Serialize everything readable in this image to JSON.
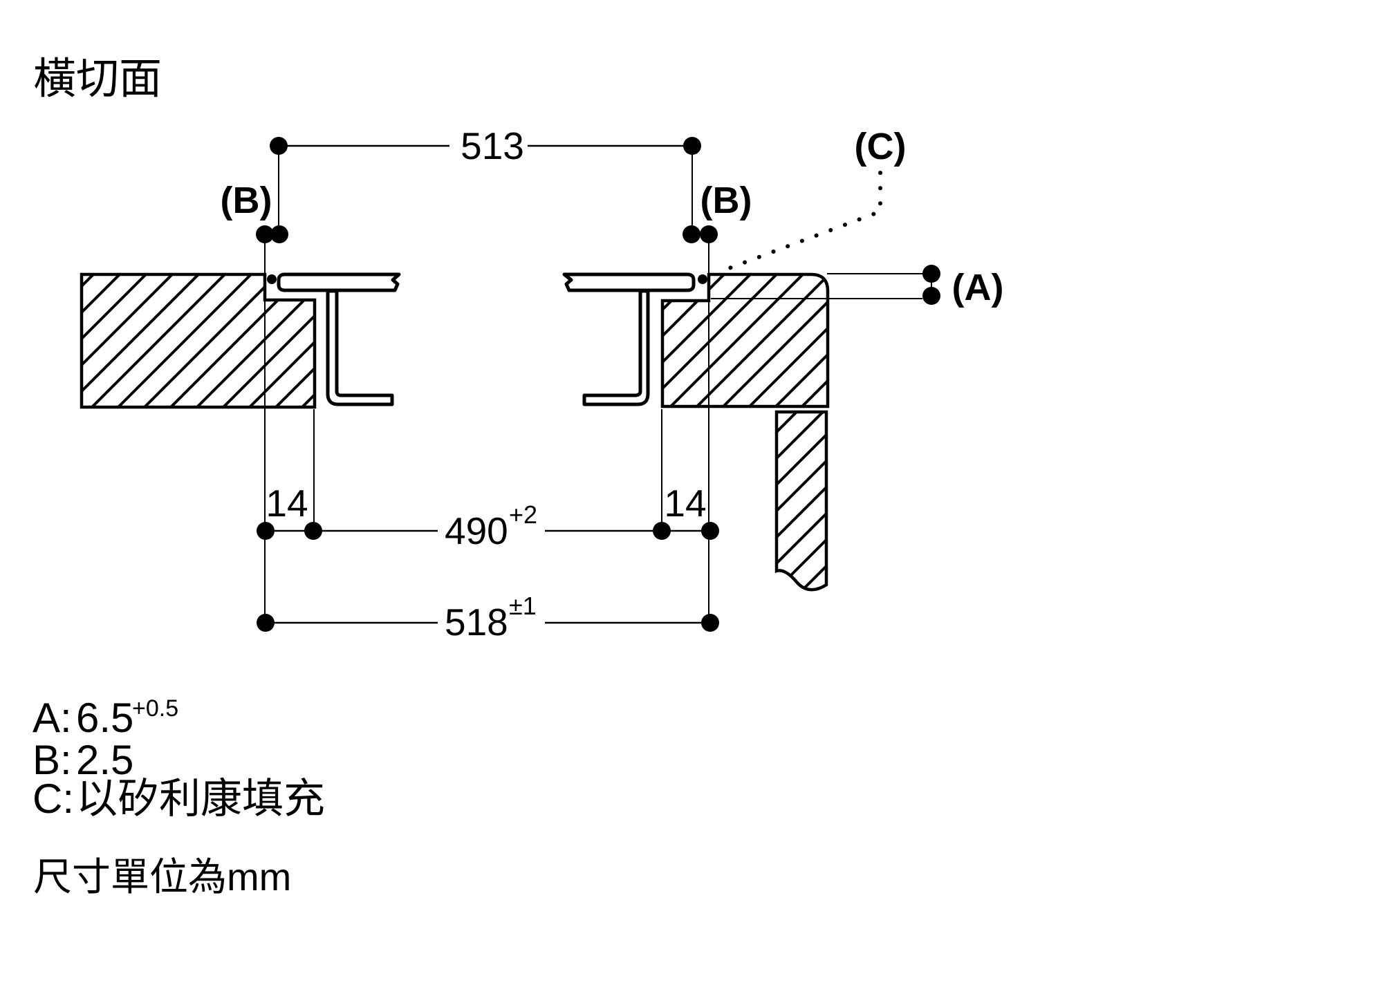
{
  "title": "橫切面",
  "colors": {
    "ink": "#000000",
    "paper": "#ffffff"
  },
  "dimensions": {
    "glass_width": "513",
    "cutout_width": "490",
    "cutout_width_tolerance": "+2",
    "rebate_width": "518",
    "rebate_width_tolerance": "±1",
    "ledge_left": "14",
    "ledge_right": "14"
  },
  "labels": {
    "a": "(A)",
    "b_left": "(B)",
    "b_right": "(B)",
    "c": "(C)"
  },
  "legend": {
    "a_prefix": "A:",
    "a_value": "6.5",
    "a_sup": "+0.5",
    "b_prefix": "B:",
    "b_value": "2.5",
    "c_prefix": "C:",
    "c_value": "以矽利康填充"
  },
  "note": "尺寸單位為mm"
}
